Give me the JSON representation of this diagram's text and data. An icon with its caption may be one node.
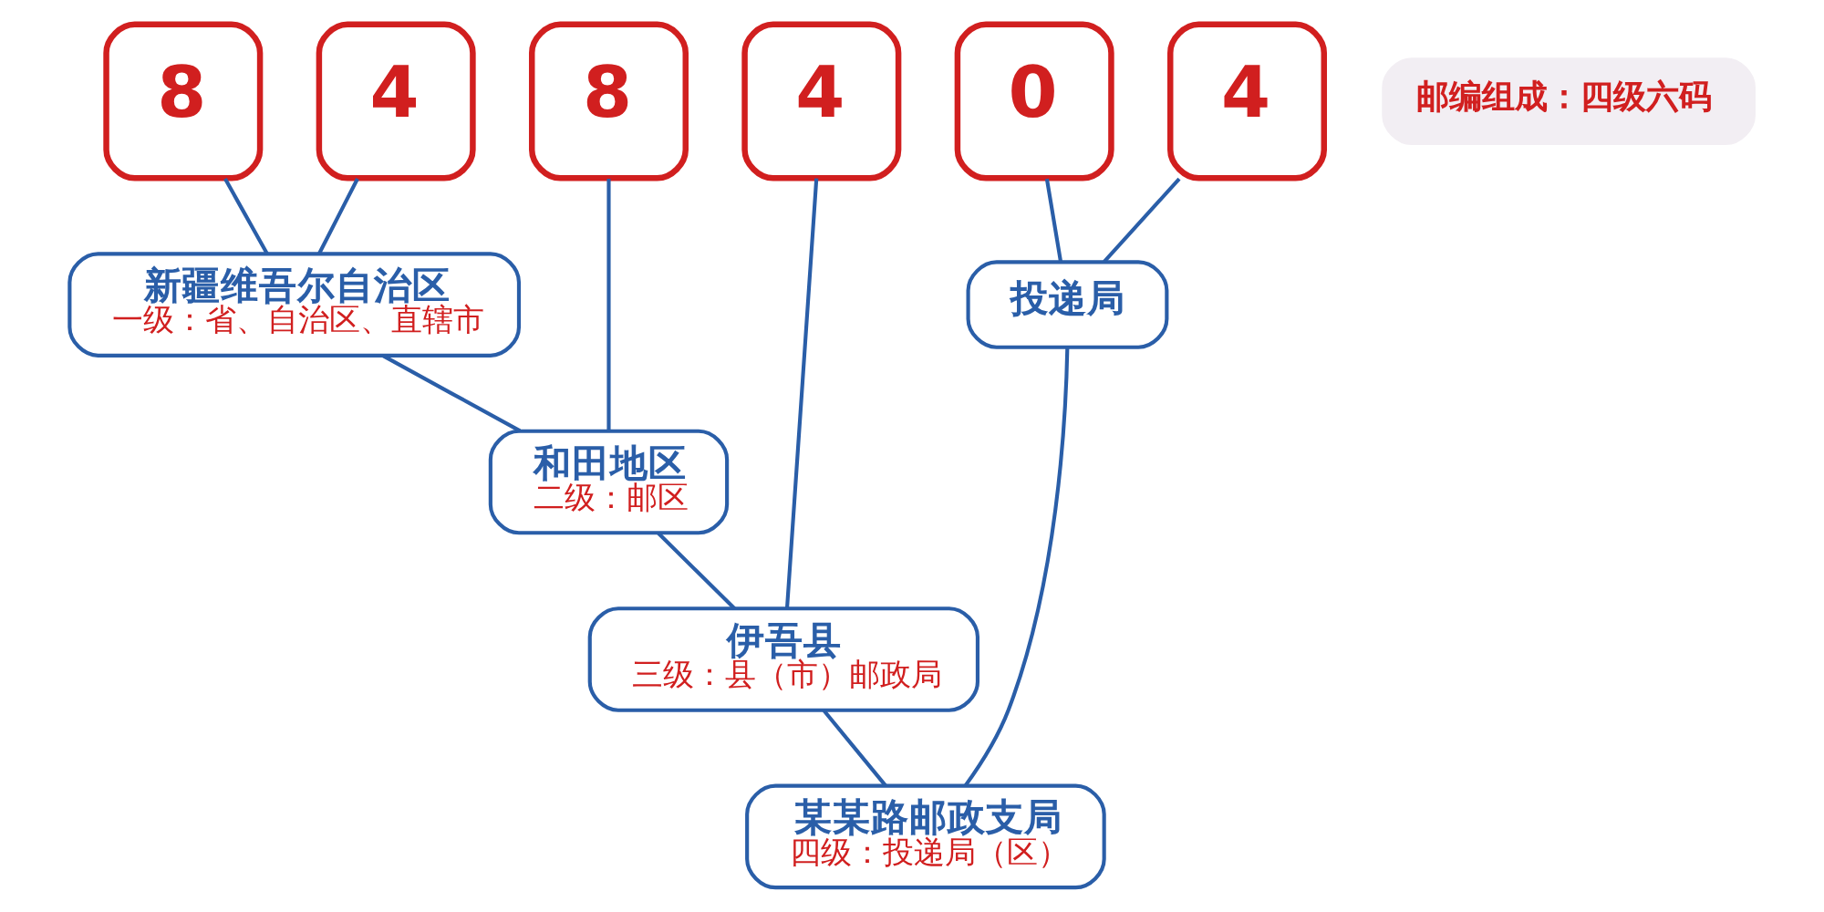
{
  "diagram": {
    "nodes": [
      {
        "text": [
          "8"
        ]
      },
      {
        "text": [
          "4"
        ]
      },
      {
        "text": [
          "8"
        ]
      },
      {
        "text": [
          "4"
        ]
      },
      {
        "text": [
          "0"
        ]
      },
      {
        "text": [
          "4"
        ]
      },
      {
        "text": [
          "新疆维吾尔自治区",
          "一级：省、自治区、直辖市"
        ]
      },
      {
        "text": [
          "和田地区",
          "二级：邮区"
        ]
      },
      {
        "text": [
          "伊吾县",
          "三级：县（市）邮政局"
        ]
      },
      {
        "text": [
          "投递局"
        ]
      },
      {
        "text": [
          "某某路邮政支局",
          "四级：投递局（区）"
        ]
      },
      {
        "text": [
          "邮编组成：四级六码"
        ]
      }
    ],
    "edges": [
      {
        "from": 0,
        "to": 6,
        "arrow": "none"
      },
      {
        "from": 1,
        "to": 6,
        "arrow": "none"
      },
      {
        "from": 6,
        "to": 7,
        "arrow": "none"
      },
      {
        "from": 2,
        "to": 7,
        "arrow": "none"
      },
      {
        "from": 7,
        "to": 8,
        "arrow": "none"
      },
      {
        "from": 3,
        "to": 8,
        "arrow": "none"
      },
      {
        "from": 4,
        "to": 9,
        "arrow": "none"
      },
      {
        "from": 5,
        "to": 9,
        "arrow": "none"
      },
      {
        "from": 8,
        "to": 10,
        "arrow": "none"
      },
      {
        "from": 9,
        "to": 10,
        "arrow": "none"
      }
    ]
  }
}
